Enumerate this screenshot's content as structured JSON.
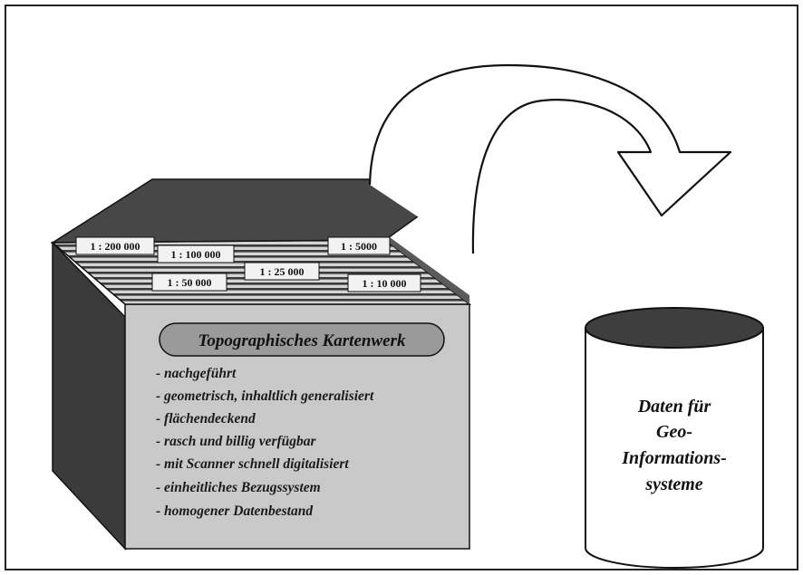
{
  "scales": [
    "1 : 200 000",
    "1 : 100 000",
    "1 : 50 000",
    "1 : 25 000",
    "1 : 5000",
    "1 : 10 000"
  ],
  "box": {
    "title": "Topographisches Kartenwerk",
    "items": [
      "- nachgeführt",
      "- geometrisch, inhaltlich generalisiert",
      "- flächendeckend",
      "- rasch und billig verfügbar",
      "- mit Scanner schnell digitalisiert",
      "- einheitliches Bezugssystem",
      "- homogener Datenbestand"
    ]
  },
  "cylinder": {
    "lines": [
      "Daten für",
      "Geo-",
      "Informations-",
      "systeme"
    ]
  }
}
